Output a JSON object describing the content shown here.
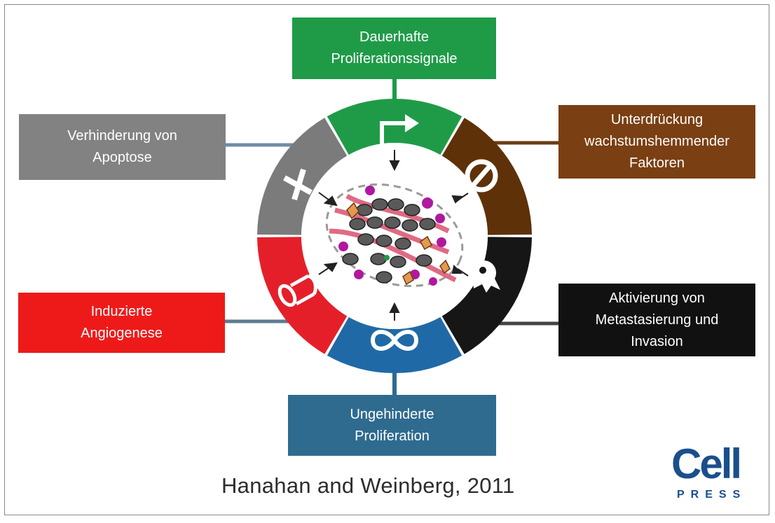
{
  "hallmarks": {
    "top": {
      "label": "Dauerhafte\nProliferationssignale",
      "color": "#1f9b48"
    },
    "top_right": {
      "label": "Unterdrückung\nwachstumshemmender\nFaktoren",
      "color": "#7a3f12"
    },
    "bottom_right": {
      "label": "Aktivierung von\nMetastasierung und\nInvasion",
      "color": "#111111"
    },
    "bottom": {
      "label": "Ungehinderte\nProliferation",
      "color": "#2e6b8f"
    },
    "bottom_left": {
      "label": "Induzierte\nAngiogenese",
      "color": "#ee1a1a"
    },
    "top_left": {
      "label": "Verhinderung von\nApoptose",
      "color": "#828282"
    }
  },
  "wheel_segments": [
    {
      "name": "proliferation-signal",
      "color": "#1f9b48",
      "icon": "arrow-icon"
    },
    {
      "name": "growth-suppressor",
      "color": "#5e3109",
      "icon": "no-sign-icon"
    },
    {
      "name": "metastasis",
      "color": "#161616",
      "icon": "cell-migration-icon"
    },
    {
      "name": "replicative-immortality",
      "color": "#1f6aa6",
      "icon": "infinity-icon"
    },
    {
      "name": "angiogenesis",
      "color": "#e51f2a",
      "icon": "blood-vessel-icon"
    },
    {
      "name": "apoptosis",
      "color": "#7b7b7b",
      "icon": "cross-icon"
    }
  ],
  "center_image": {
    "icon": "tumor-cells-icon"
  },
  "citation": "Hanahan and Weinberg, 2011",
  "logo": {
    "word": "Cell",
    "subword": "PRESS",
    "color": "#1a4f8c"
  }
}
